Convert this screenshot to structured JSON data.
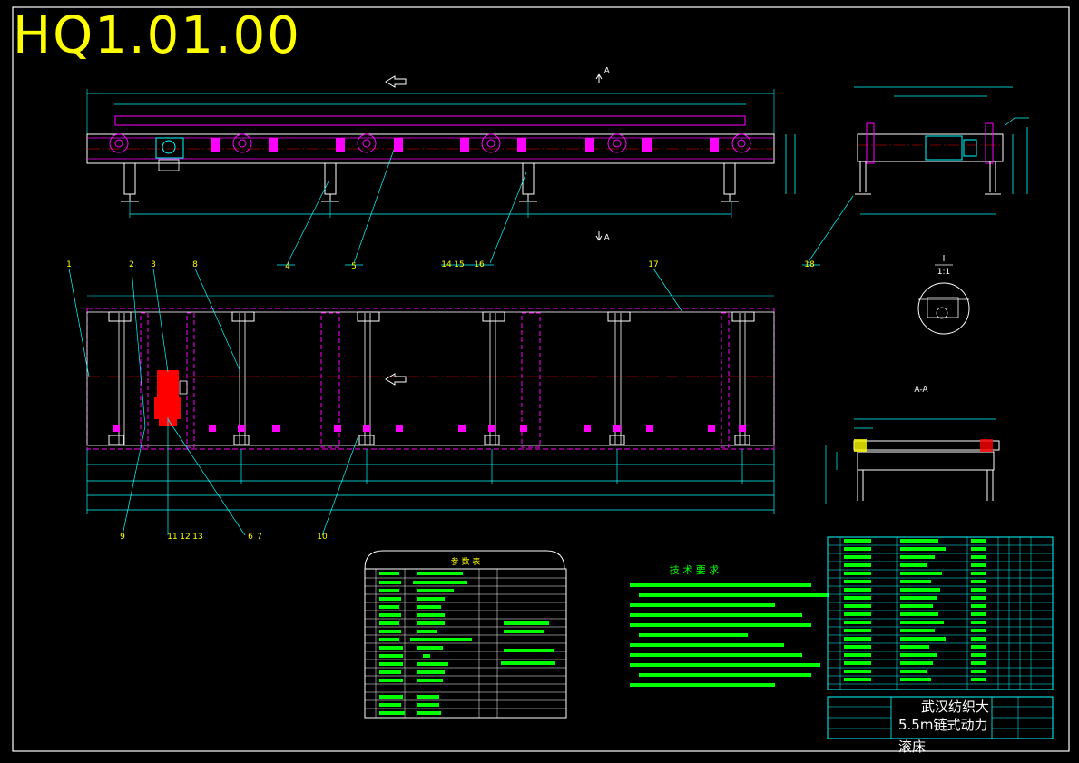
{
  "drawing_number": "HQ1.01.00",
  "school": "武汉纺织大",
  "product_title": "5.5m链式动力",
  "product_title_2": "滚床",
  "section_label": "A-A",
  "detail_label": "I",
  "detail_scale": "1:1",
  "parameter_table_title": "参 数 表",
  "tech_requirements_title": "技 术 要 求",
  "part_callouts": [
    "1",
    "2",
    "3",
    "4",
    "5",
    "6",
    "7",
    "8",
    "9",
    "10",
    "11",
    "12",
    "13",
    "14",
    "15",
    "16",
    "17",
    "18"
  ],
  "view_marker": "A",
  "colors": {
    "background": "#000000",
    "outline": "#ffffff",
    "frame": "#ff00ff",
    "dimension": "#00ffff",
    "centerline": "#ff0000",
    "motor": "#ff0000",
    "title": "#ffff00",
    "text": "#00ff00"
  }
}
